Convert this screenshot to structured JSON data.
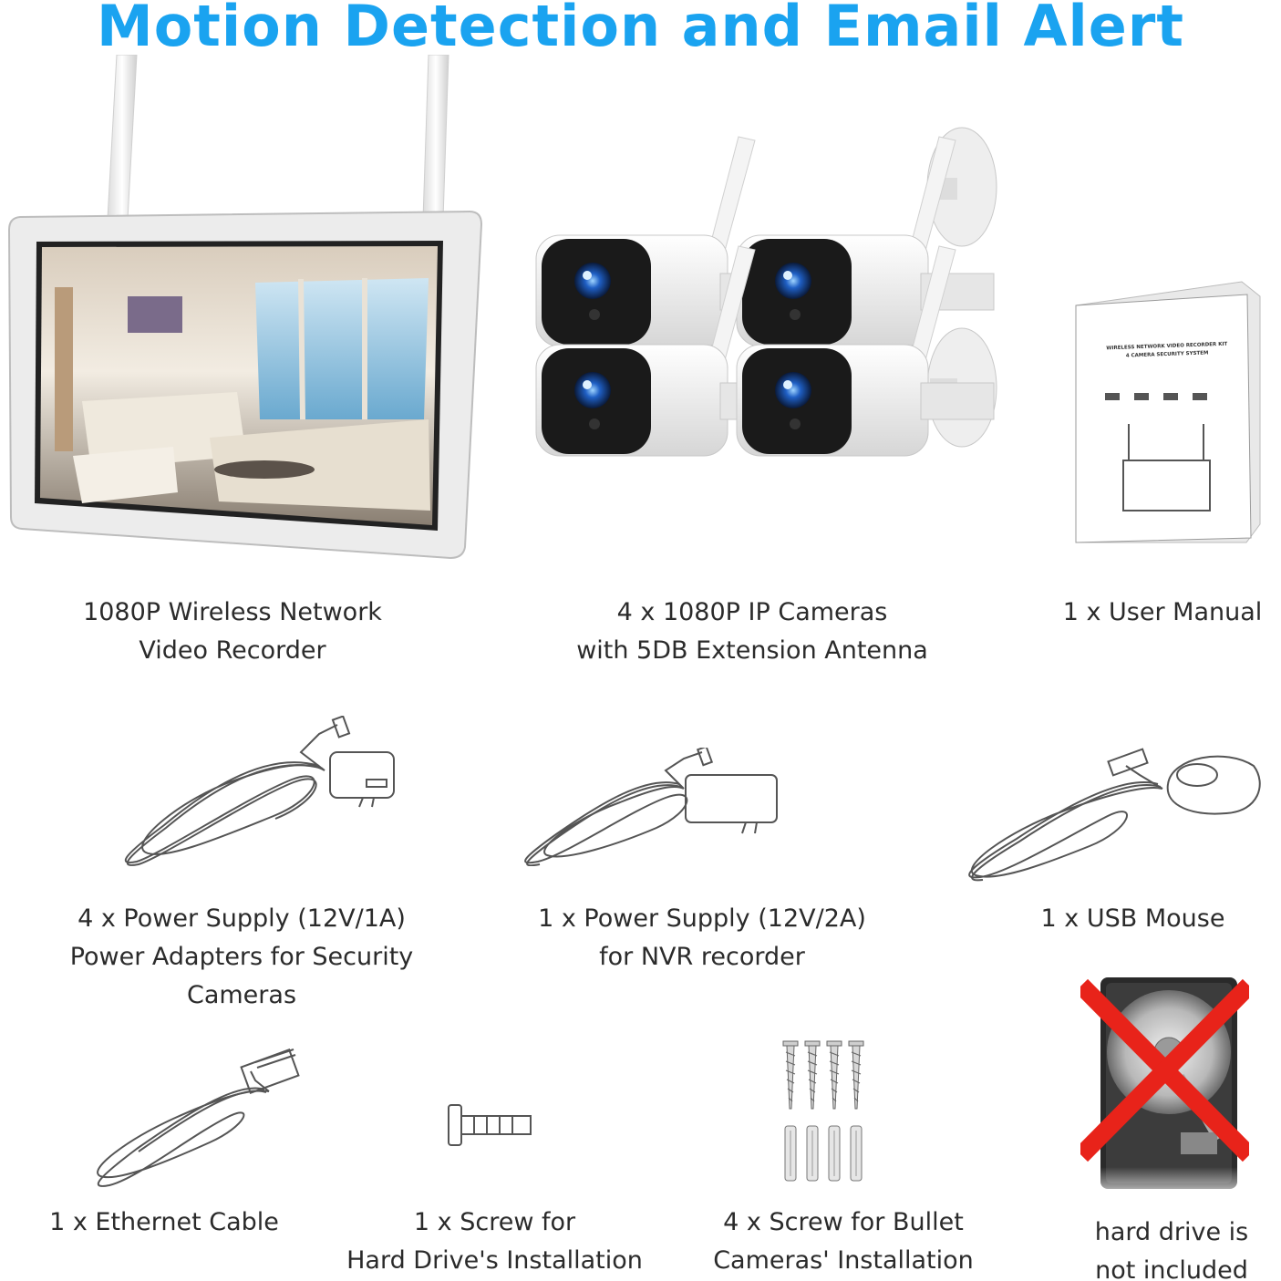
{
  "title": "Motion Detection and Email Alert",
  "colors": {
    "title": "#1aa3f0",
    "text": "#2b2b2b",
    "red_cross": "#e8231a"
  },
  "manual": {
    "cover_line1": "WIRELESS NETWORK VIDEO RECORDER KIT",
    "cover_line2": "4 CAMERA SECURITY SYSTEM"
  },
  "items": {
    "nvr": {
      "line1": "1080P Wireless Network",
      "line2": "Video Recorder",
      "icon": "nvr-monitor-icon"
    },
    "cameras": {
      "line1": "4 x 1080P IP Cameras",
      "line2": "with 5DB Extension Antenna",
      "icon": "bullet-camera-icon"
    },
    "manual": {
      "line1": "1 x User Manual",
      "icon": "manual-icon"
    },
    "power_12v1a": {
      "line1": "4 x Power Supply (12V/1A)",
      "line2": "Power Adapters for Security",
      "line3": "Cameras",
      "icon": "power-adapter-icon"
    },
    "power_12v2a": {
      "line1": "1 x Power Supply (12V/2A)",
      "line2": "for NVR recorder",
      "icon": "power-adapter-icon"
    },
    "mouse": {
      "line1": "1 x USB Mouse",
      "icon": "mouse-icon"
    },
    "ethernet": {
      "line1": "1 x Ethernet Cable",
      "icon": "ethernet-cable-icon"
    },
    "hdd_screw": {
      "line1": "1 x Screw for",
      "line2": "Hard Drive's Installation",
      "icon": "screw-icon"
    },
    "camera_screws": {
      "line1": "4 x Screw for Bullet",
      "line2": "Cameras' Installation",
      "icon": "screws-anchors-icon"
    },
    "hdd": {
      "line1": "hard drive is",
      "line2": "not included",
      "icon": "hard-drive-crossed-icon"
    }
  }
}
